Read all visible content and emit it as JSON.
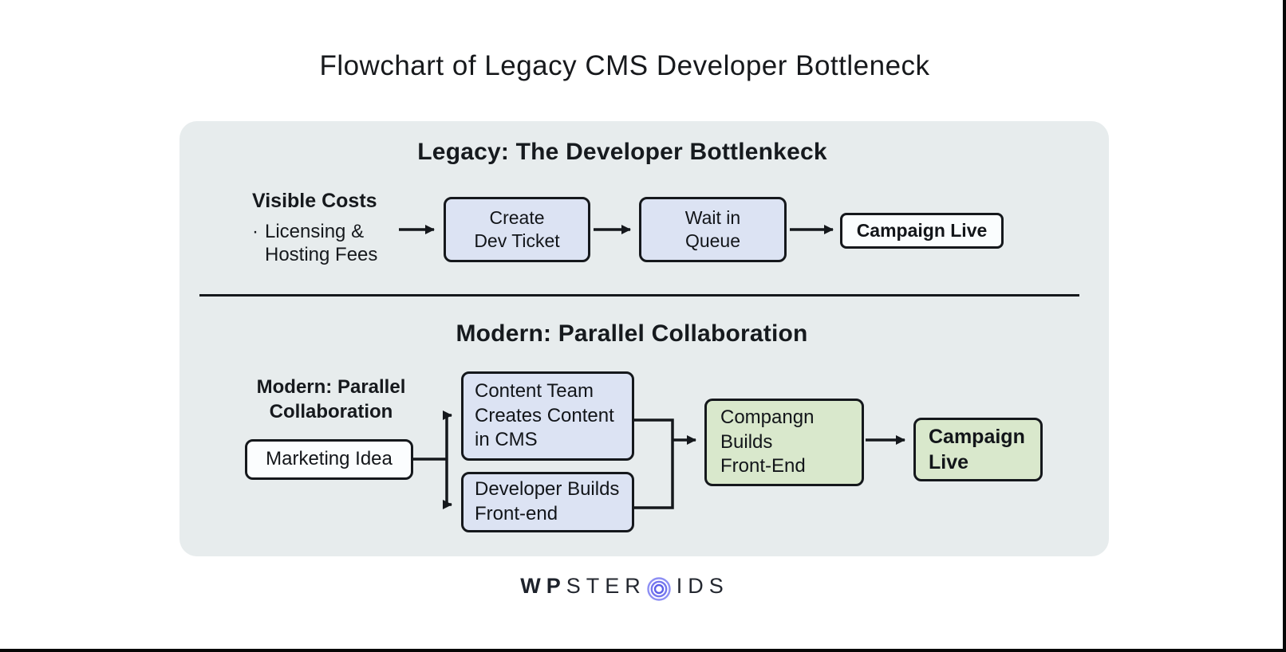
{
  "page": {
    "title": "Flowchart of Legacy CMS Developer Bottleneck"
  },
  "legacy": {
    "heading": "Legacy: The Developer Bottlenkeck",
    "visible_costs": {
      "heading": "Visible Costs",
      "bullet_marker": "·",
      "bullet_text": "Licensing &\nHosting Fees"
    },
    "nodes": {
      "create_ticket": "Create\nDev Ticket",
      "wait_queue": "Wait in\nQueue",
      "campaign_live": "Campaign Live"
    }
  },
  "modern": {
    "heading": "Modern: Parallel Collaboration",
    "side_label": "Modern: Parallel\nCollaboration",
    "nodes": {
      "marketing_idea": "Marketing Idea",
      "content_team": "Content Team\nCreates Content\nin CMS",
      "developer_builds": "Developer Builds\nFront-end",
      "campaign_builds": "Compangn\nBuilds\nFront-End",
      "campaign_live": "Campaign\nLive"
    }
  },
  "footer": {
    "logo_wp": "WP",
    "logo_ster": "STER",
    "logo_ids": "IDS"
  },
  "colors": {
    "panel_bg": "#e7eced",
    "node_blue": "#dce3f3",
    "node_green": "#d9e8cc",
    "node_white": "#fbfdfe",
    "stroke": "#15181c",
    "logo_accent": "#7577ef"
  }
}
